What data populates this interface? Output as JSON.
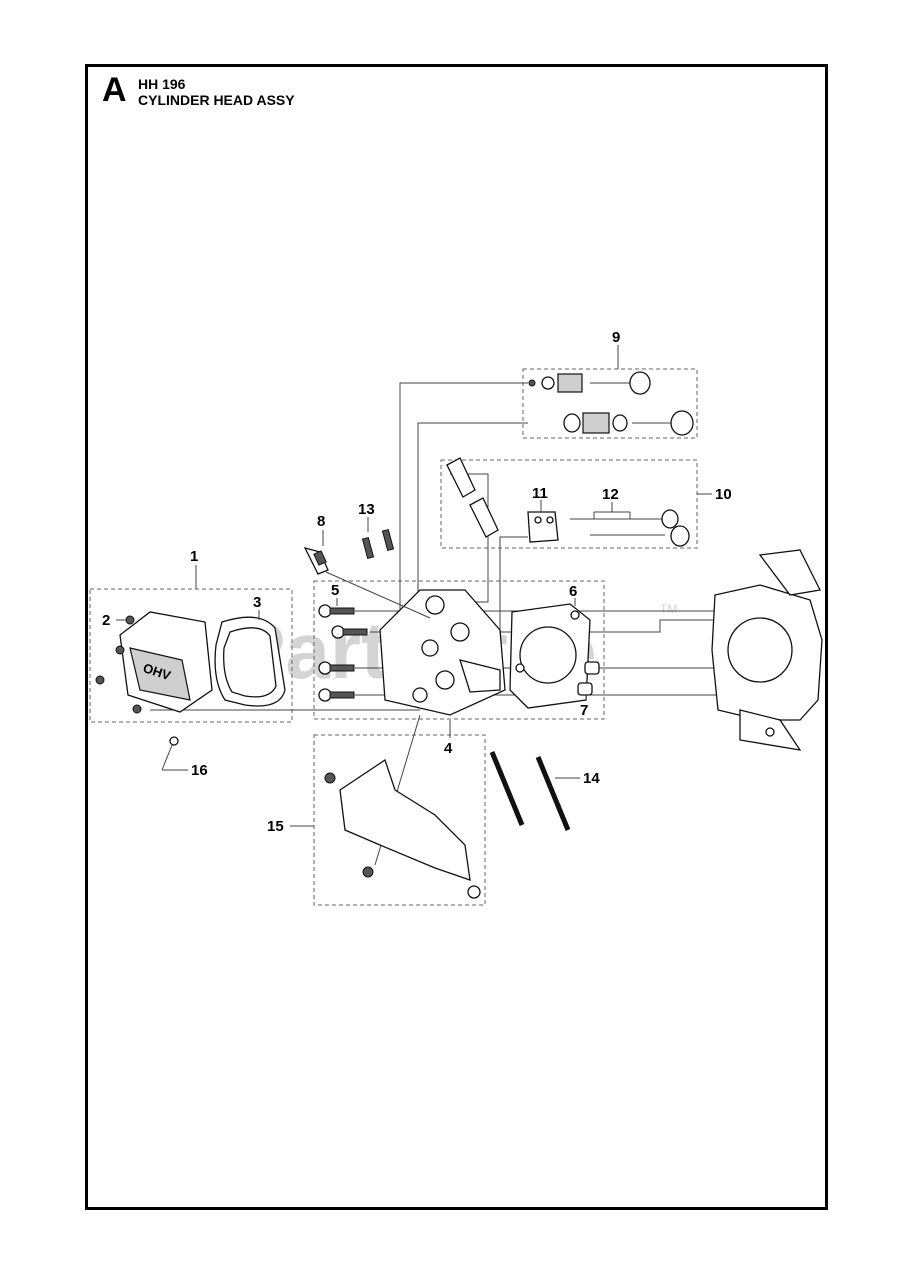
{
  "header": {
    "section_letter": "A",
    "model": "HH 196",
    "title": "CYLINDER HEAD ASSY"
  },
  "watermark": {
    "text": "PartsTree",
    "tm": "TM"
  },
  "callouts": [
    {
      "id": "1",
      "label": "1"
    },
    {
      "id": "2",
      "label": "2"
    },
    {
      "id": "3",
      "label": "3"
    },
    {
      "id": "4",
      "label": "4"
    },
    {
      "id": "5",
      "label": "5"
    },
    {
      "id": "6",
      "label": "6"
    },
    {
      "id": "7",
      "label": "7"
    },
    {
      "id": "8",
      "label": "8"
    },
    {
      "id": "9",
      "label": "9"
    },
    {
      "id": "10",
      "label": "10"
    },
    {
      "id": "11",
      "label": "11"
    },
    {
      "id": "12",
      "label": "12"
    },
    {
      "id": "13",
      "label": "13"
    },
    {
      "id": "14",
      "label": "14"
    },
    {
      "id": "15",
      "label": "15"
    },
    {
      "id": "16",
      "label": "16"
    }
  ],
  "decor": {
    "cover_text": "OHV"
  },
  "colors": {
    "line": "#000000",
    "watermark": "#d4d4d4",
    "dashed_box": "#666666"
  }
}
